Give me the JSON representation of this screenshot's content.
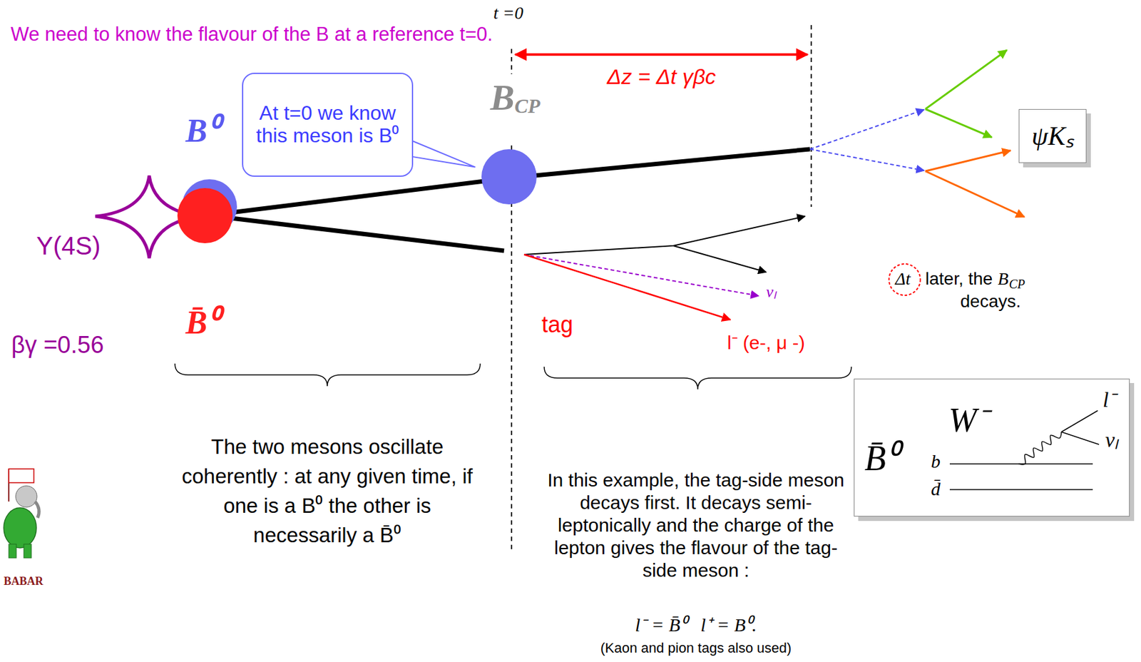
{
  "diagram": {
    "title": "We need to know the flavour of the B at a reference t=0.",
    "nodes": [
      {
        "text": [
          "At t=0 we know this meson is B⁰"
        ]
      },
      {
        "text": [
          "B",
          "CP"
        ]
      },
      {
        "text": [
          "ψKₛ"
        ]
      },
      {
        "text": [
          "B̄⁰",
          "b",
          "d̄",
          "W⁻",
          "l⁻",
          "νₗ"
        ]
      }
    ],
    "edges": [
      {
        "from": 0,
        "to": 1,
        "arrow": "to"
      }
    ],
    "labels": [
      "t =0",
      "Δz = Δt γβc",
      "B⁰",
      "Υ(4S)",
      "Δt",
      "later, the",
      "B",
      "CP",
      "decays.",
      "νₗ",
      "B̄⁰",
      "tag",
      "l⁻ (e-, μ -)",
      "βγ =0.56",
      "The two mesons oscillate coherently : at any given time, if one is a B⁰ the other is necessarily a B̄⁰",
      "In this example, the tag-side meson decays first. It decays semi-leptonically and the charge of the lepton gives the flavour of the tag-side meson :",
      "l⁻ = B̄⁰   l⁺ = B⁰.",
      "(Kaon and pion tags also used)",
      "BABAR"
    ]
  }
}
